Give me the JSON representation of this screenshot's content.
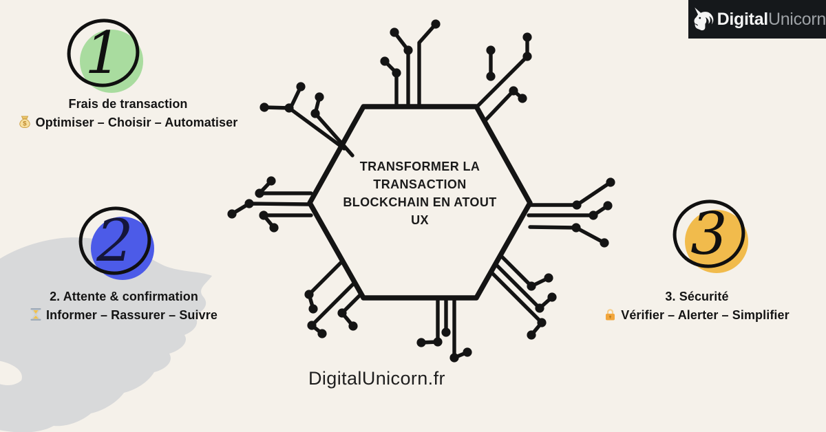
{
  "canvas": {
    "background": "#F5F1EA"
  },
  "logo": {
    "brand_bold": "Digital",
    "brand_light": "Unicorn",
    "bg": "#15181B",
    "light_text_color": "#9EA2A6"
  },
  "hexagon": {
    "title": "TRANSFORMER LA\nTRANSACTION\nBLOCKCHAIN EN ATOUT\nUX"
  },
  "steps": [
    {
      "number": "1",
      "circle_color": "#A9DC9F",
      "title": "Frais de transaction",
      "icon": "money-bag-icon",
      "subtitle": "Optimiser – Choisir – Automatiser"
    },
    {
      "number": "2",
      "circle_color": "#4C5BE8",
      "title": "2. Attente & confirmation",
      "icon": "hourglass-icon",
      "subtitle": "Informer – Rassurer – Suivre"
    },
    {
      "number": "3",
      "circle_color": "#F1BB4C",
      "title": "3. Sécurité",
      "icon": "lock-icon",
      "subtitle": "Vérifier – Alerter – Simplifier"
    }
  ],
  "footer": {
    "website": "DigitalUnicorn.fr"
  },
  "decor": {
    "blob_color": "#D8D9DA",
    "ink": "#141414"
  }
}
